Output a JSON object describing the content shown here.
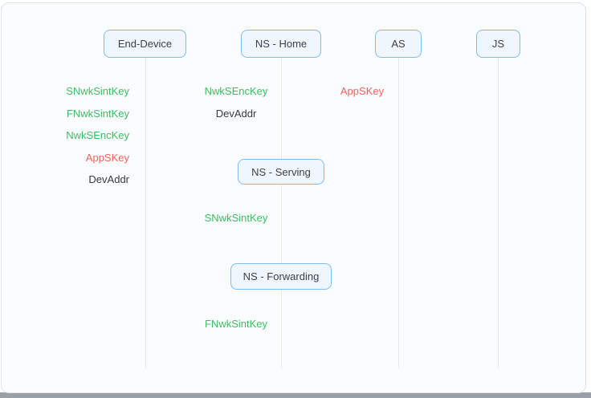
{
  "colors": {
    "green": "#3dbd62",
    "red": "#f4615d",
    "dark": "#35383c",
    "box_border": "#7bbdf3",
    "box_fill": "#f0f6fd",
    "lifeline": "#e9e9eb"
  },
  "entities": {
    "end_device": {
      "label": "End-Device"
    },
    "ns_home": {
      "label": "NS - Home"
    },
    "as": {
      "label": "AS"
    },
    "js": {
      "label": "JS"
    },
    "ns_serving": {
      "label": "NS - Serving"
    },
    "ns_forwarding": {
      "label": "NS - Forwarding"
    }
  },
  "keys": {
    "end_device": [
      {
        "label": "SNwkSintKey",
        "color": "green"
      },
      {
        "label": "FNwkSintKey",
        "color": "green"
      },
      {
        "label": "NwkSEncKey",
        "color": "green"
      },
      {
        "label": "AppSKey",
        "color": "red"
      },
      {
        "label": "DevAddr",
        "color": "dark"
      }
    ],
    "ns_home": [
      {
        "label": "NwkSEncKey",
        "color": "green"
      },
      {
        "label": "DevAddr",
        "color": "dark"
      }
    ],
    "as": [
      {
        "label": "AppSKey",
        "color": "red"
      }
    ],
    "ns_serving": [
      {
        "label": "SNwkSintKey",
        "color": "green"
      }
    ],
    "ns_forwarding": [
      {
        "label": "FNwkSintKey",
        "color": "green"
      }
    ]
  }
}
